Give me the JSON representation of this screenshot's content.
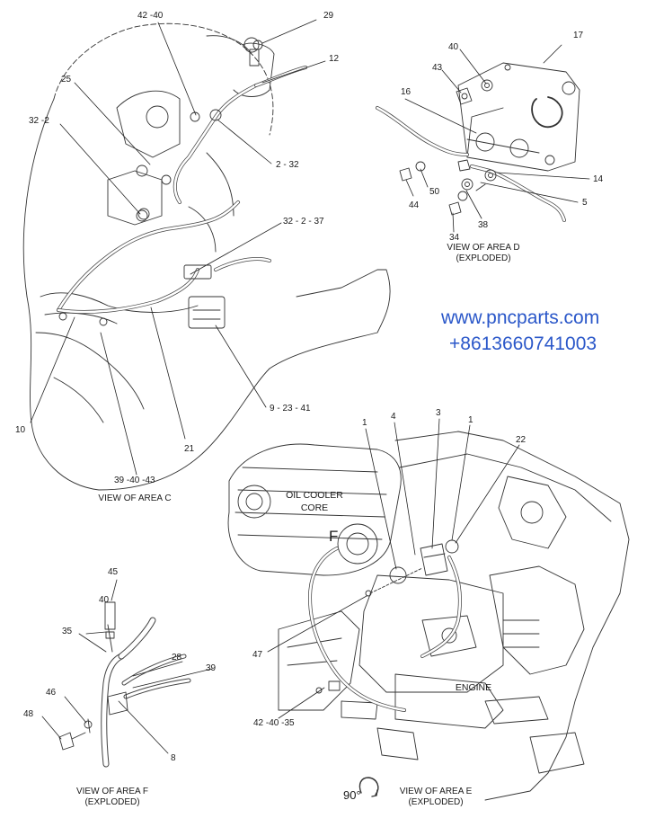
{
  "callouts": {
    "c42_40_top": "42 -40",
    "c29": "29",
    "c12": "12",
    "c25": "25",
    "c32_2": "32 -2",
    "c2_32": "2 - 32",
    "c32_2_37": "32 - 2 - 37",
    "c9_23_41": "9 - 23 - 41",
    "c10": "10",
    "c21": "21",
    "c39_40_43": "39 -40 -43",
    "c40_d": "40",
    "c17": "17",
    "c43": "43",
    "c16": "16",
    "c14": "14",
    "c50": "50",
    "c5": "5",
    "c44": "44",
    "c38": "38",
    "c34": "34",
    "c1_a": "1",
    "c4": "4",
    "c3": "3",
    "c1_b": "1",
    "c22": "22",
    "c47": "47",
    "c42_40_35": "42 -40 -35",
    "c45": "45",
    "c40_f": "40",
    "c35": "35",
    "c28": "28",
    "c39": "39",
    "c46": "46",
    "c48": "48",
    "c8": "8"
  },
  "captions": {
    "area_c": "VIEW OF AREA C",
    "area_d_1": "VIEW OF AREA D",
    "area_d_2": "(EXPLODED)",
    "area_f_1": "VIEW OF AREA F",
    "area_f_2": "(EXPLODED)",
    "area_e_1": "VIEW OF AREA E",
    "area_e_2": "(EXPLODED)",
    "rotation": "90°"
  },
  "drawing_text": {
    "oil_cooler_1": "OIL COOLER",
    "oil_cooler_2": "CORE",
    "engine": "ENGINE",
    "area_marker": "F"
  },
  "watermark": {
    "url": "www.pncparts.com",
    "phone": "+8613660741003",
    "color": "#2a57c9"
  }
}
